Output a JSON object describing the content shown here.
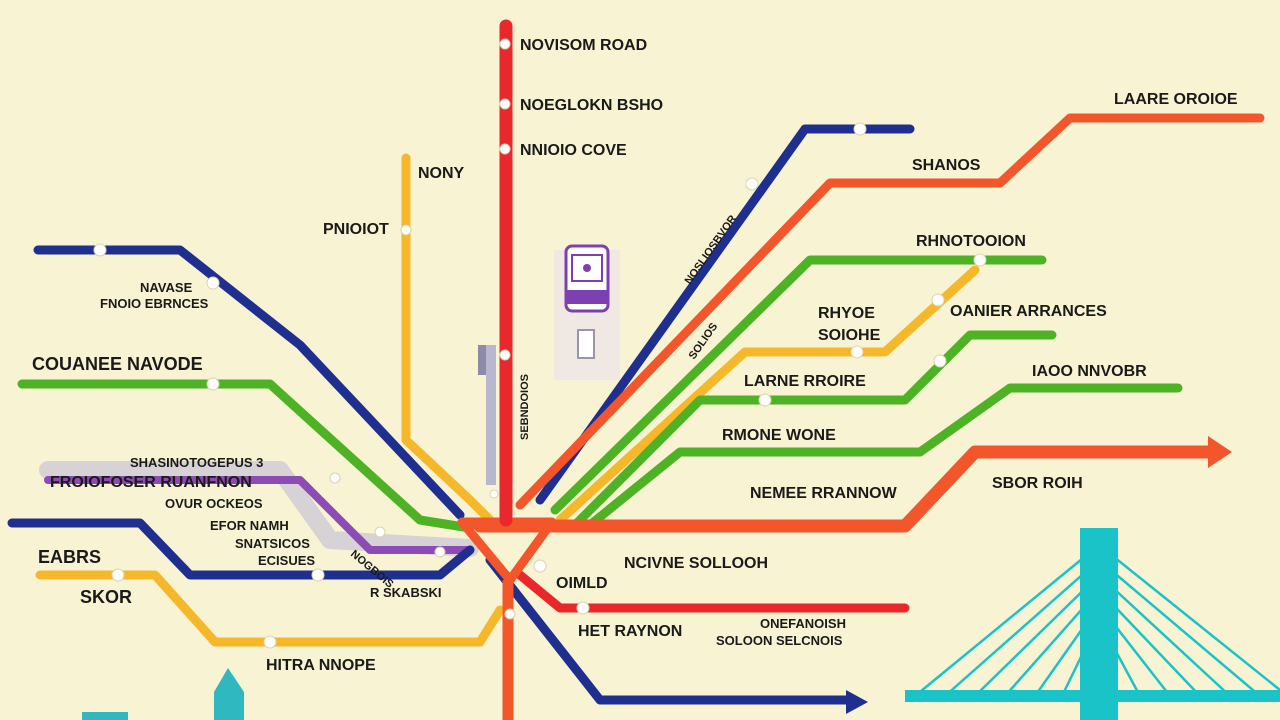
{
  "colors": {
    "background": "#f8f3d2",
    "red": "#e8282b",
    "blue": "#1f2f8f",
    "green": "#4db324",
    "orange": "#f2562a",
    "yellow": "#f5b82a",
    "purple": "#8c4bb5",
    "bridge": "#19c3c8",
    "building": "#2fb8c0"
  },
  "lines": [
    {
      "name": "red-vertical",
      "color": "red"
    },
    {
      "name": "yellow-left",
      "color": "yellow"
    },
    {
      "name": "blue-upper-left",
      "color": "blue"
    },
    {
      "name": "green-left",
      "color": "green"
    },
    {
      "name": "blue-lower-left",
      "color": "blue"
    },
    {
      "name": "yellow-lower-left",
      "color": "yellow"
    },
    {
      "name": "purple-left",
      "color": "purple"
    },
    {
      "name": "blue-upper-right",
      "color": "blue"
    },
    {
      "name": "orange-upper-right",
      "color": "orange"
    },
    {
      "name": "green-mid-right",
      "color": "green"
    },
    {
      "name": "yellow-right",
      "color": "yellow"
    },
    {
      "name": "green-lower-right",
      "color": "green"
    },
    {
      "name": "orange-lower-right",
      "color": "orange"
    },
    {
      "name": "red-lower-right",
      "color": "red"
    },
    {
      "name": "blue-lower-right",
      "color": "blue"
    }
  ],
  "labels": {
    "l1": "NOVISOM ROAD",
    "l2": "NOEGLOKN BSHO",
    "l3": "NNIOIO COVE",
    "l4": "NONY",
    "l5": "PNIOIOT",
    "l6": "NAVASE",
    "l7": "FNOIO EBRNCES",
    "l8": "COUANEE NAVODE",
    "l9": "SHASINOTOGEPUS 3",
    "l10": "FROIOFOSER RUANFNON",
    "l11": "OVUR OCKEOS",
    "l12": "EFOR NAMH",
    "l13": "SNATSICOS",
    "l14": "ECISUES",
    "l15": "EABRS",
    "l16": "SKOR",
    "l17": "R SKABSKI",
    "l18": "HITRA NNOPE",
    "l19": "LAARE OROIOE",
    "l20": "SHANOS",
    "l21": "RHNOTOOION",
    "l22": "RHYOE",
    "l23": "SOIOHE",
    "l24": "OANIER ARRANCES",
    "l25": "LARNE RROIRE",
    "l26": "IAOO NNVOBR",
    "l27": "RMONE WONE",
    "l28": "NEMEE RRANNOW",
    "l29": "SBOR ROIH",
    "l30": "NCIVNE SOLLOOH",
    "l31": "OIMLD",
    "l32": "HET RAYNON",
    "l33": "ONEFANOISH",
    "l34": "SOLOON SELCNOIS",
    "r1": "SEBNDOIOS",
    "r2": "NOSLIOSBVOR",
    "r3": "SOLIOS",
    "r4": "NOGBOIS"
  }
}
